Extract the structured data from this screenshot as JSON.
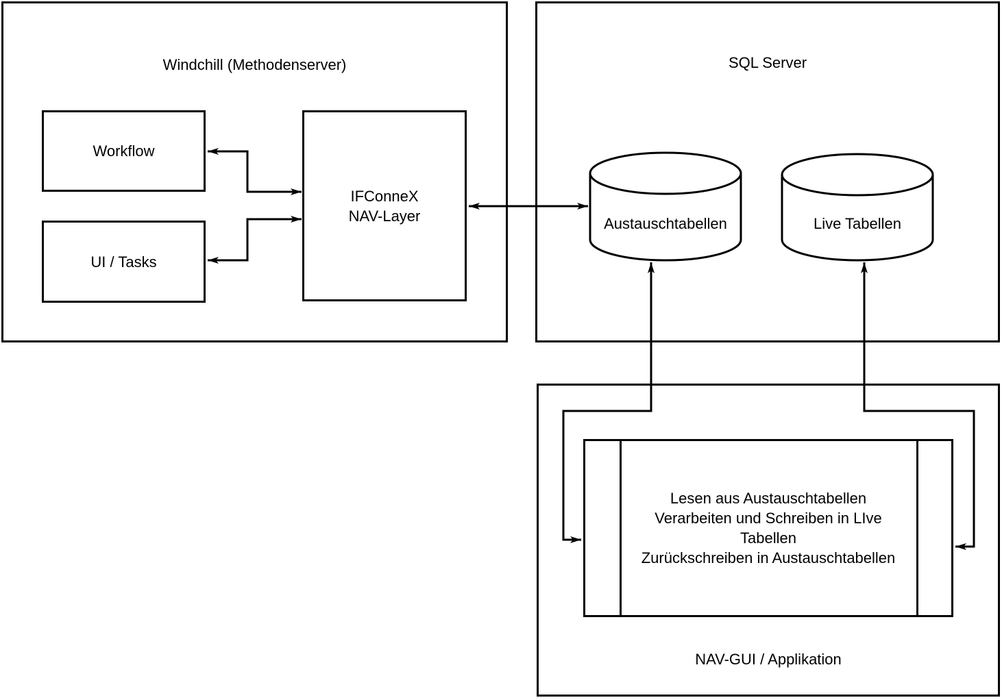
{
  "diagram": {
    "type": "architecture-diagram",
    "background_color": "#ffffff",
    "stroke_color": "#000000",
    "text_color": "#000000",
    "containers": {
      "windchill": {
        "title": "Windchill (Methodenserver)"
      },
      "sql_server": {
        "title": "SQL Server"
      },
      "nav_gui": {
        "title": "NAV-GUI / Applikation"
      }
    },
    "nodes": {
      "workflow": {
        "label": "Workflow",
        "shape": "rectangle",
        "container": "windchill"
      },
      "ui_tasks": {
        "label": "UI / Tasks",
        "shape": "rectangle",
        "container": "windchill"
      },
      "ifconnex": {
        "label": "IFConneX\nNAV-Layer",
        "shape": "rectangle",
        "container": "windchill"
      },
      "austauschtabellen": {
        "label": "Austauschtabellen",
        "shape": "database-cylinder",
        "container": "sql_server"
      },
      "live_tabellen": {
        "label": "Live Tabellen",
        "shape": "database-cylinder",
        "container": "sql_server"
      },
      "nav_process": {
        "label": "Lesen aus Austauschtabellen\nVerarbeiten und Schreiben in LIve\nTabellen\nZurückschreiben in Austauschtabellen",
        "shape": "rectangle-with-side-strips",
        "container": "nav_gui"
      }
    },
    "connectors": [
      {
        "from": "ifconnex",
        "to": "workflow",
        "arrows": "both-ends",
        "route": "elbow"
      },
      {
        "from": "ifconnex",
        "to": "ui_tasks",
        "arrows": "both-ends",
        "route": "elbow"
      },
      {
        "from": "ifconnex",
        "to": "austauschtabellen",
        "arrows": "both-ends",
        "route": "straight"
      },
      {
        "from": "nav_process",
        "to": "austauschtabellen",
        "arrows": "both-ends",
        "route": "elbow"
      },
      {
        "from": "nav_process",
        "to": "live_tabellen",
        "arrows": "both-ends",
        "route": "elbow"
      }
    ]
  }
}
